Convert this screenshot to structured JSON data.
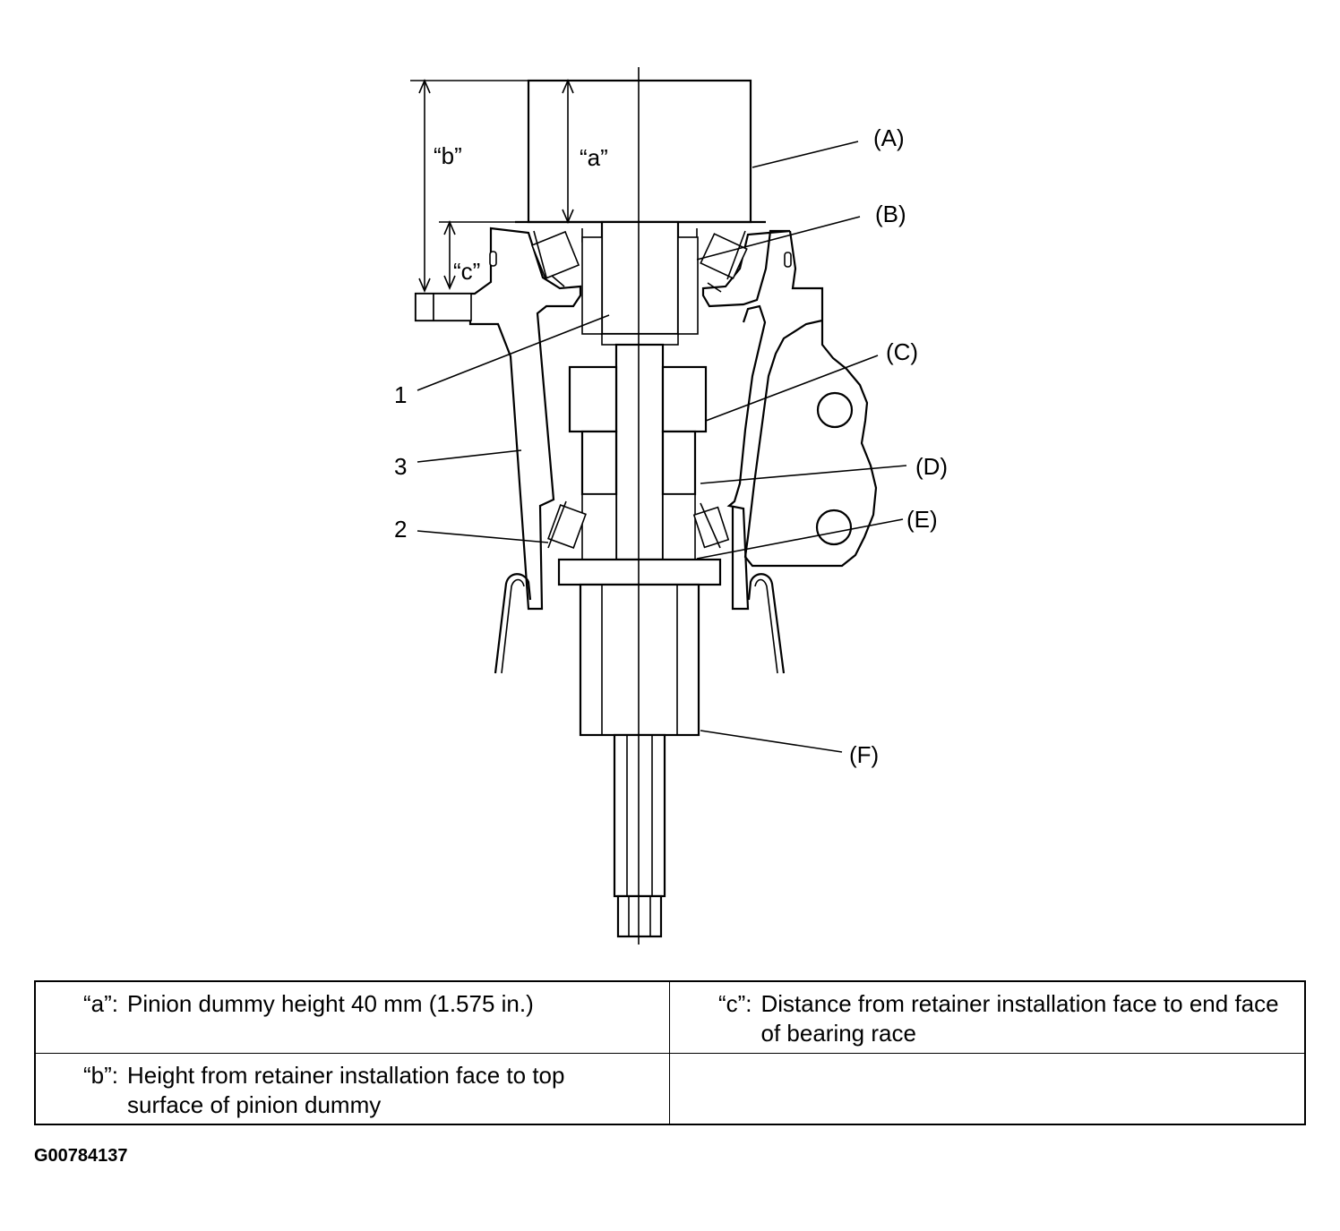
{
  "diagram": {
    "labels": {
      "A": "(A)",
      "B": "(B)",
      "C": "(C)",
      "D": "(D)",
      "E": "(E)",
      "F": "(F)",
      "n1": "1",
      "n2": "2",
      "n3": "3"
    },
    "dimensions": {
      "a": "“a”",
      "b": "“b”",
      "c": "“c”"
    }
  },
  "legend": {
    "rows": [
      [
        {
          "key": "“a”:",
          "text": "Pinion dummy height 40 mm (1.575 in.)"
        },
        {
          "key": "“c”:",
          "text": "Distance from retainer installation face to end face of bearing race"
        }
      ],
      [
        {
          "key": "“b”:",
          "text": "Height from retainer installation face to top surface of pinion dummy"
        },
        {
          "key": "",
          "text": ""
        }
      ]
    ]
  },
  "figure_code": "G00784137"
}
